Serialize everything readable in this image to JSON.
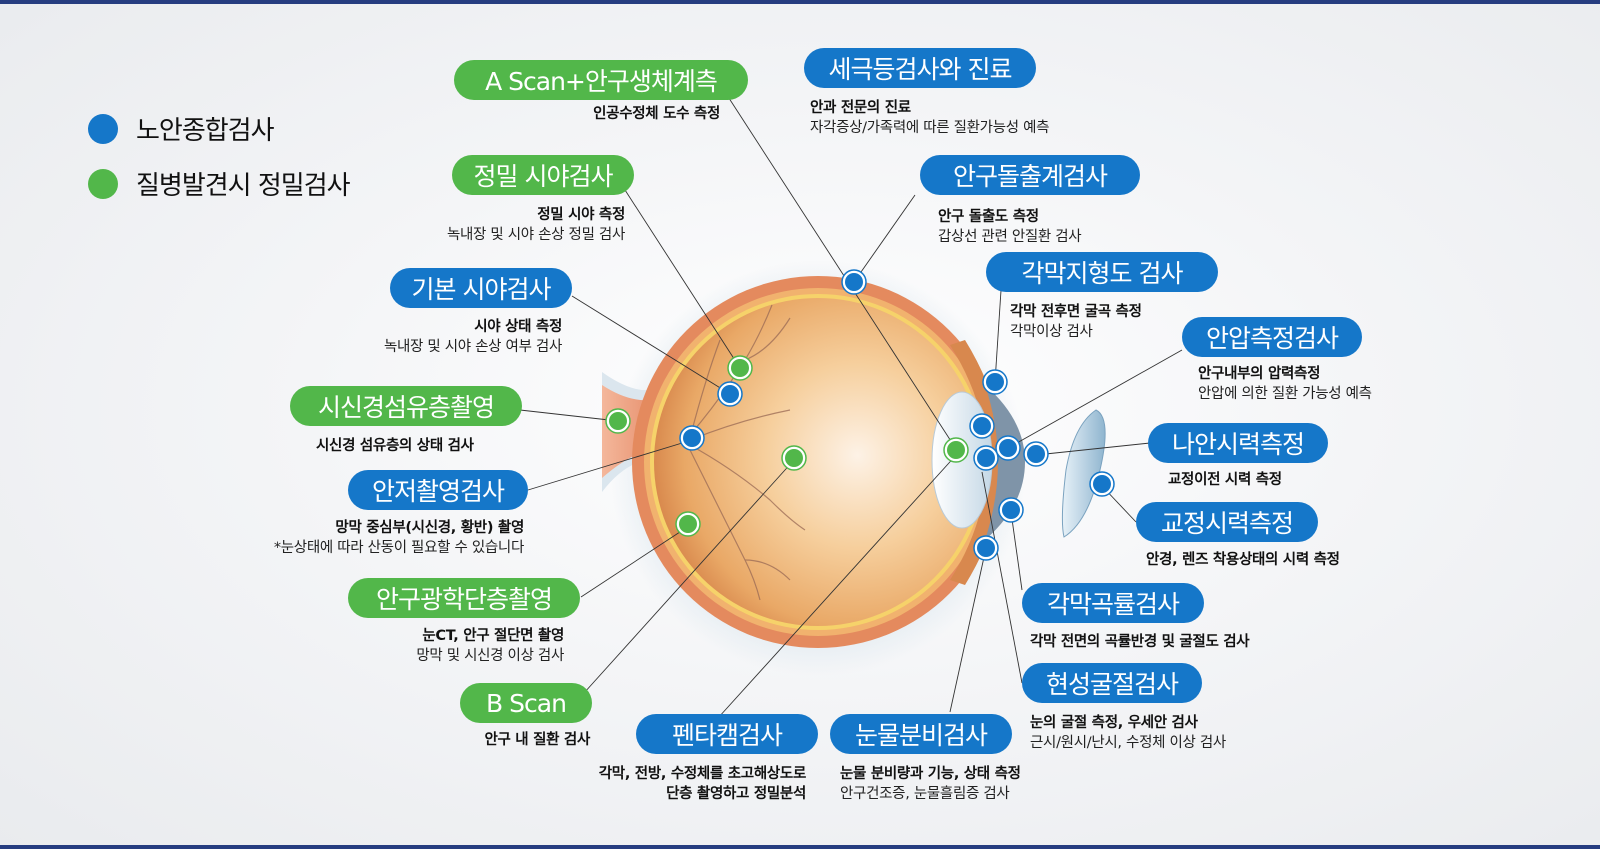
{
  "colors": {
    "blue": "#1577c9",
    "green": "#52b74a",
    "border": "#263d80"
  },
  "legend": [
    {
      "label": "노안종합검사",
      "color": "blue"
    },
    {
      "label": "질병발견시 정밀검사",
      "color": "green"
    }
  ],
  "exams": [
    {
      "id": "a-scan",
      "title": "A Scan+안구생체계측",
      "color": "green",
      "line1": "인공수정체 도수 측정",
      "line2": ""
    },
    {
      "id": "slit-lamp",
      "title": "세극등검사와 진료",
      "color": "blue",
      "line1": "안과 전문의 진료",
      "line2": "자각증상/가족력에 따른 질환가능성 예측"
    },
    {
      "id": "precise-visual-field",
      "title": "정밀 시야검사",
      "color": "green",
      "line1": "정밀 시야 측정",
      "line2": "녹내장 및 시야 손상 정밀 검사"
    },
    {
      "id": "exophthalmometry",
      "title": "안구돌출계검사",
      "color": "blue",
      "line1": "안구 돌출도 측정",
      "line2": "갑상선 관련 안질환 검사"
    },
    {
      "id": "basic-visual-field",
      "title": "기본 시야검사",
      "color": "blue",
      "line1": "시야 상태 측정",
      "line2": "녹내장 및 시야 손상 여부 검사"
    },
    {
      "id": "corneal-topography",
      "title": "각막지형도 검사",
      "color": "blue",
      "line1": "각막 전후면 굴곡 측정",
      "line2": "각막이상 검사"
    },
    {
      "id": "iop",
      "title": "안압측정검사",
      "color": "blue",
      "line1": "안구내부의 압력측정",
      "line2": "안압에 의한 질환 가능성 예측"
    },
    {
      "id": "rnfl",
      "title": "시신경섬유층촬영",
      "color": "green",
      "line1": "시신경 섬유층의 상태 검사",
      "line2": ""
    },
    {
      "id": "naked-acuity",
      "title": "나안시력측정",
      "color": "blue",
      "line1": "교정이전 시력 측정",
      "line2": ""
    },
    {
      "id": "fundus",
      "title": "안저촬영검사",
      "color": "blue",
      "line1": "망막 중심부(시신경, 황반) 촬영",
      "line2": "*눈상태에 따라 산동이 필요할 수 있습니다"
    },
    {
      "id": "corrected-acuity",
      "title": "교정시력측정",
      "color": "blue",
      "line1": "안경, 렌즈 착용상태의 시력 측정",
      "line2": ""
    },
    {
      "id": "oct",
      "title": "안구광학단층촬영",
      "color": "green",
      "line1": "눈CT, 안구 절단면 촬영",
      "line2": "망막 및 시신경 이상 검사"
    },
    {
      "id": "keratometry",
      "title": "각막곡률검사",
      "color": "blue",
      "line1": "각막 전면의 곡률반경 및 굴절도 검사",
      "line2": ""
    },
    {
      "id": "refraction",
      "title": "현성굴절검사",
      "color": "blue",
      "line1": "눈의 굴절 측정, 우세안 검사",
      "line2": "근시/원시/난시, 수정체 이상 검사"
    },
    {
      "id": "b-scan",
      "title": "B Scan",
      "color": "green",
      "line1": "안구 내 질환 검사",
      "line2": ""
    },
    {
      "id": "pentacam",
      "title": "펜타캠검사",
      "color": "blue",
      "line1": "각막, 전방, 수정체를 초고해상도로",
      "line2": "단층 촬영하고 정밀분석"
    },
    {
      "id": "tear",
      "title": "눈물분비검사",
      "color": "blue",
      "line1": "눈물 분비량과 기능, 상태 측정",
      "line2": "안구건조증, 눈물흘림증 검사"
    }
  ]
}
